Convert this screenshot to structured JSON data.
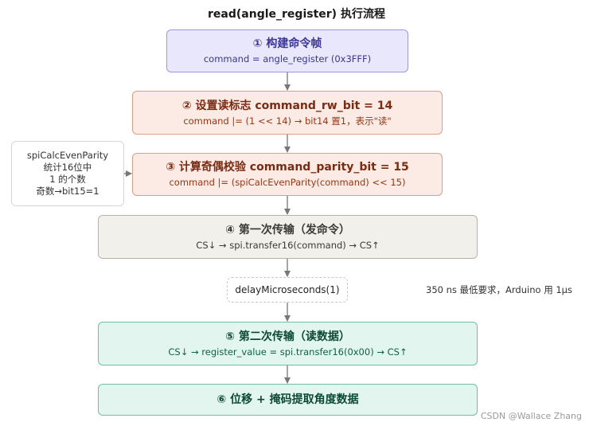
{
  "title": "read(angle_register) 执行流程",
  "steps": [
    {
      "title": "① 构建命令帧",
      "sub": "command = angle_register (0x3FFF)"
    },
    {
      "title": "② 设置读标志 command_rw_bit = 14",
      "sub": "command |= (1 << 14) → bit14 置1，表示\"读\""
    },
    {
      "title": "③ 计算奇偶校验 command_parity_bit = 15",
      "sub": "command |= (spiCalcEvenParity(command) << 15)"
    },
    {
      "title": "④ 第一次传输（发命令）",
      "sub": "CS↓ → spi.transfer16(command) → CS↑"
    },
    {
      "title": "⑤ 第二次传输（读数据）",
      "sub": "CS↓ → register_value = spi.transfer16(0x00) → CS↑"
    },
    {
      "title": "⑥ 位移 + 掩码提取角度数据"
    }
  ],
  "side_note": {
    "title": "spiCalcEvenParity",
    "lines": [
      "统计16位中",
      "1 的个数",
      "奇数→bit15=1"
    ]
  },
  "delay": "delayMicroseconds(1)",
  "delay_note": "350 ns 最低要求，Arduino 用 1μs",
  "watermark": "CSDN @Wallace Zhang",
  "colors": {
    "step1": "#e9e7fb",
    "step2_3": "#fbebe4",
    "step4": "#f2f0ea",
    "step5_6": "#e2f5ee",
    "arrow": "#777777"
  }
}
